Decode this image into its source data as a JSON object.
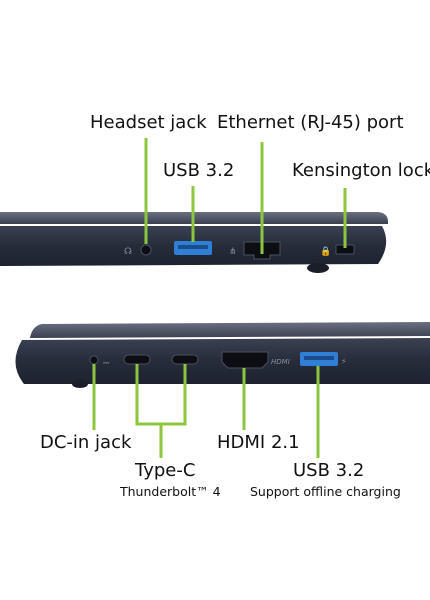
{
  "top_labels": {
    "headset_jack": "Headset jack",
    "ethernet_port": "Ethernet (RJ-45) port",
    "usb32": "USB 3.2",
    "kensington_lock": "Kensington lock"
  },
  "bottom_labels": {
    "dc_in_jack": "DC-in jack",
    "type_c": "Type-C",
    "thunderbolt": "Thunderbolt™ 4",
    "hdmi": "HDMI 2.1",
    "usb32": "USB 3.2",
    "usb_note": "Support offline charging"
  },
  "port_marks": {
    "hdmi_logo": "HDMI"
  },
  "colors": {
    "leader_line": "#8cc63f",
    "chassis": "#2b3140",
    "chassis_edge": "#5a6070",
    "usb_blue": "#2f7fd6"
  }
}
